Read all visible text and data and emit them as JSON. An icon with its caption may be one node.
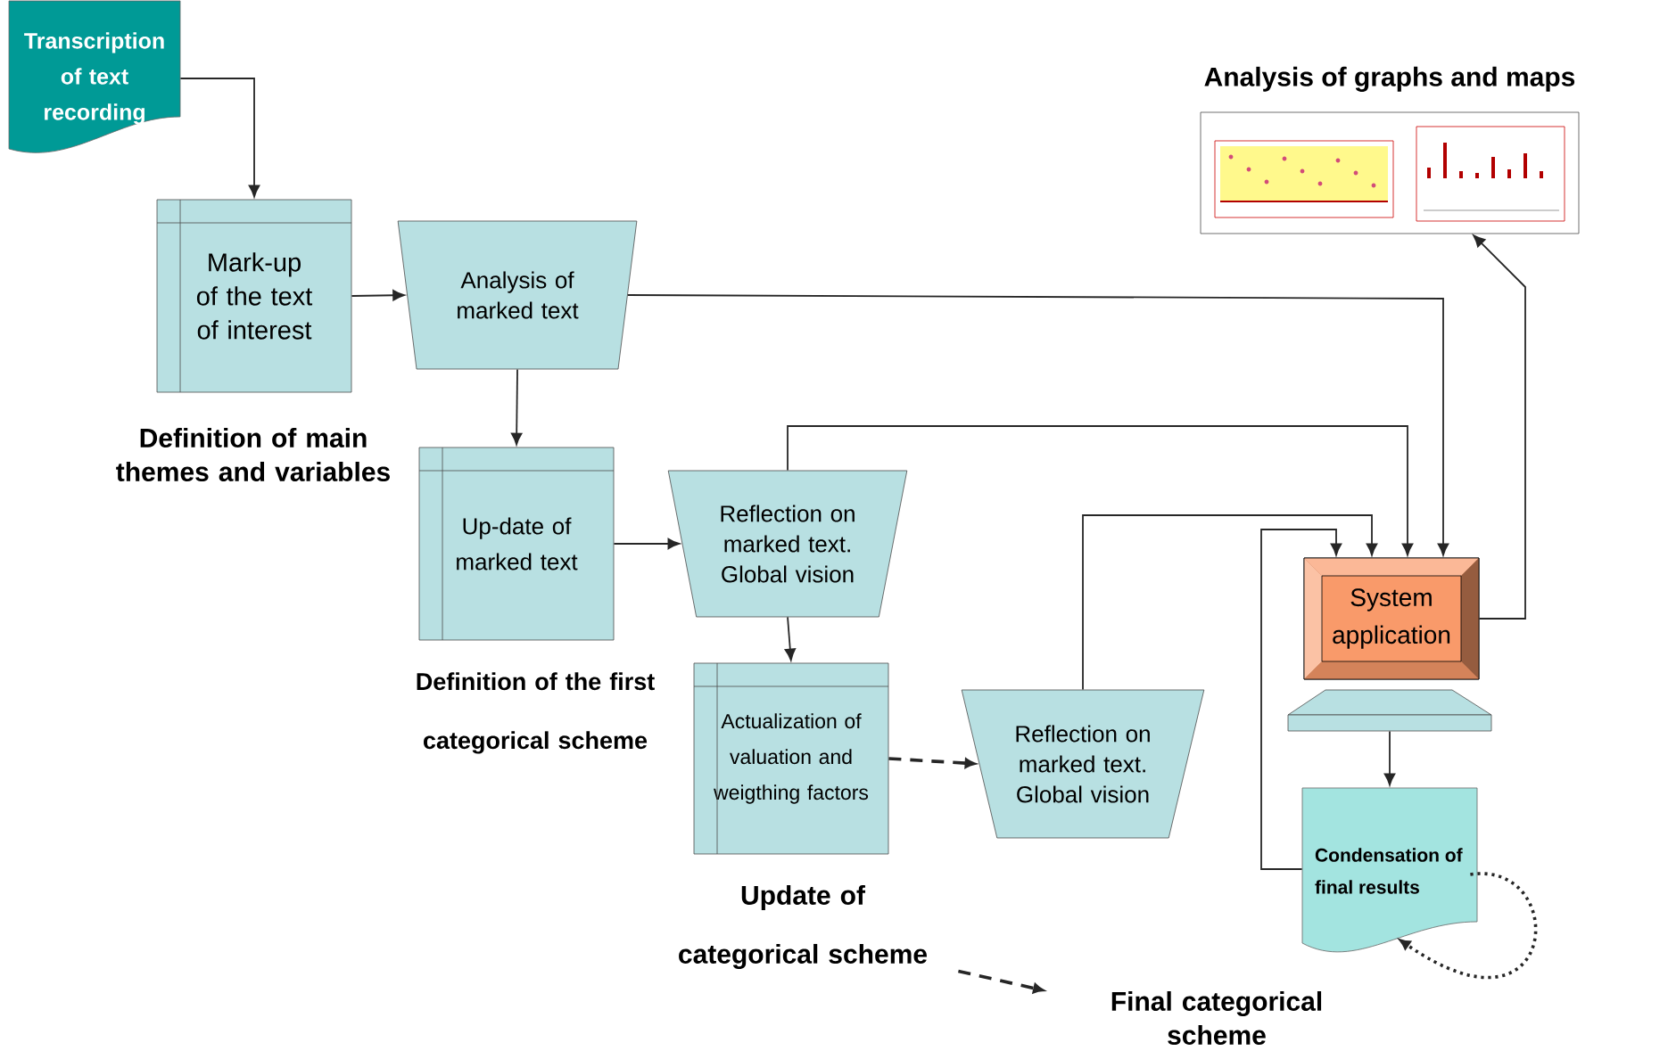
{
  "diagram": {
    "nodes": [
      {
        "text": [
          "Transcription of text recording"
        ]
      },
      {
        "text": [
          "Mark-up of the text of interest"
        ]
      },
      {
        "text": [
          "Analysis of marked text"
        ]
      },
      {
        "text": [
          "Up-date of marked text"
        ]
      },
      {
        "text": [
          "Reflection on marked text. Global vision"
        ]
      },
      {
        "text": [
          "Actualization of valuation and weigthing factors"
        ]
      },
      {
        "text": [
          "Reflection on marked text. Global vision"
        ]
      },
      {
        "text": [
          "System application"
        ]
      },
      {
        "text": [],
        "shape": "trapezoid"
      },
      {
        "text": [
          "Condensation of final results"
        ]
      },
      {
        "text": [
          "Analysis of graphs and maps"
        ]
      },
      {
        "text": [
          "Update of categorical scheme"
        ]
      },
      {
        "text": [
          "Final categorical scheme"
        ]
      }
    ],
    "edges": [
      {
        "from": 0,
        "to": 1,
        "arrow": "to"
      },
      {
        "from": 1,
        "to": 2,
        "arrow": "to"
      },
      {
        "from": 2,
        "to": 3,
        "arrow": "to"
      },
      {
        "from": 3,
        "to": 4,
        "arrow": "to"
      },
      {
        "from": 4,
        "to": 5,
        "arrow": "to"
      },
      {
        "from": 5,
        "to": 6,
        "arrow": "to",
        "style": "dashed"
      },
      {
        "from": 2,
        "to": 7,
        "arrow": "to"
      },
      {
        "from": 4,
        "to": 7,
        "arrow": "to"
      },
      {
        "from": 6,
        "to": 7,
        "arrow": "to"
      },
      {
        "from": 9,
        "to": 7,
        "arrow": "to"
      },
      {
        "from": 7,
        "to": 10,
        "arrow": "to"
      },
      {
        "from": 8,
        "to": 9,
        "arrow": "to"
      },
      {
        "from": 9,
        "to": 9,
        "arrow": "to",
        "style": "dashed"
      },
      {
        "from": 11,
        "to": 12,
        "arrow": "to",
        "style": "dashed"
      }
    ],
    "labels": [
      "Definition of main themes and variables",
      "Definition of the first categorical scheme"
    ]
  }
}
